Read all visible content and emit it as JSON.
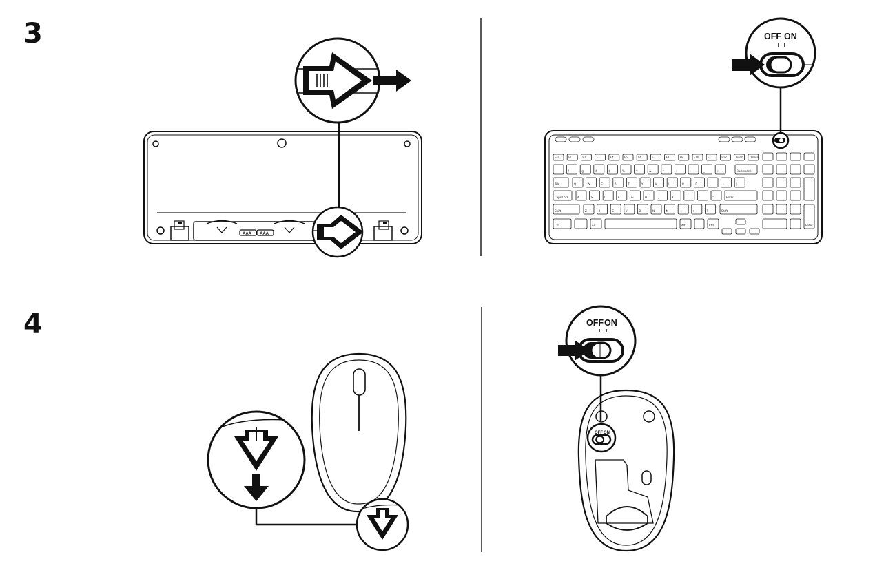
{
  "steps": {
    "step3": "3",
    "step4": "4"
  },
  "switch_labels": {
    "keyboard": {
      "off": "OFF",
      "on": "ON"
    },
    "mouse": {
      "off": "OFF",
      "on": "ON"
    },
    "mouse_underside": {
      "off": "OFF",
      "on": "ON"
    }
  },
  "keyboard_keys": {
    "fn_row": [
      "Esc",
      "F1",
      "F2",
      "F3",
      "F4",
      "F5",
      "F6",
      "F7",
      "F8",
      "F9",
      "F10",
      "F11",
      "F12",
      "Insert",
      "Delete"
    ],
    "backspace": "Backspace",
    "tab": "Tab",
    "caps": "Caps Lock",
    "enter": "Enter",
    "shift_left": "Shift",
    "shift_right": "Shift",
    "ctrl_left": "Ctrl",
    "alt_left": "Alt",
    "alt_right": "Alt",
    "ctrl_right": "Ctrl",
    "numpad_enter": "Enter",
    "row1": [
      "~",
      "!",
      "@",
      "#",
      "$",
      "%",
      "^",
      "&",
      "*",
      "(",
      ")",
      "_",
      "+"
    ],
    "row2": [
      "Q",
      "W",
      "E",
      "R",
      "T",
      "Y",
      "U",
      "I",
      "O",
      "P",
      "{",
      "}",
      "|"
    ],
    "row3": [
      "A",
      "S",
      "D",
      "F",
      "G",
      "H",
      "J",
      "K",
      "L",
      ":",
      "\""
    ],
    "row4": [
      "Z",
      "X",
      "C",
      "V",
      "B",
      "N",
      "M",
      "<",
      ">",
      "?"
    ]
  },
  "battery_labels": [
    "AAA",
    "AAA"
  ]
}
